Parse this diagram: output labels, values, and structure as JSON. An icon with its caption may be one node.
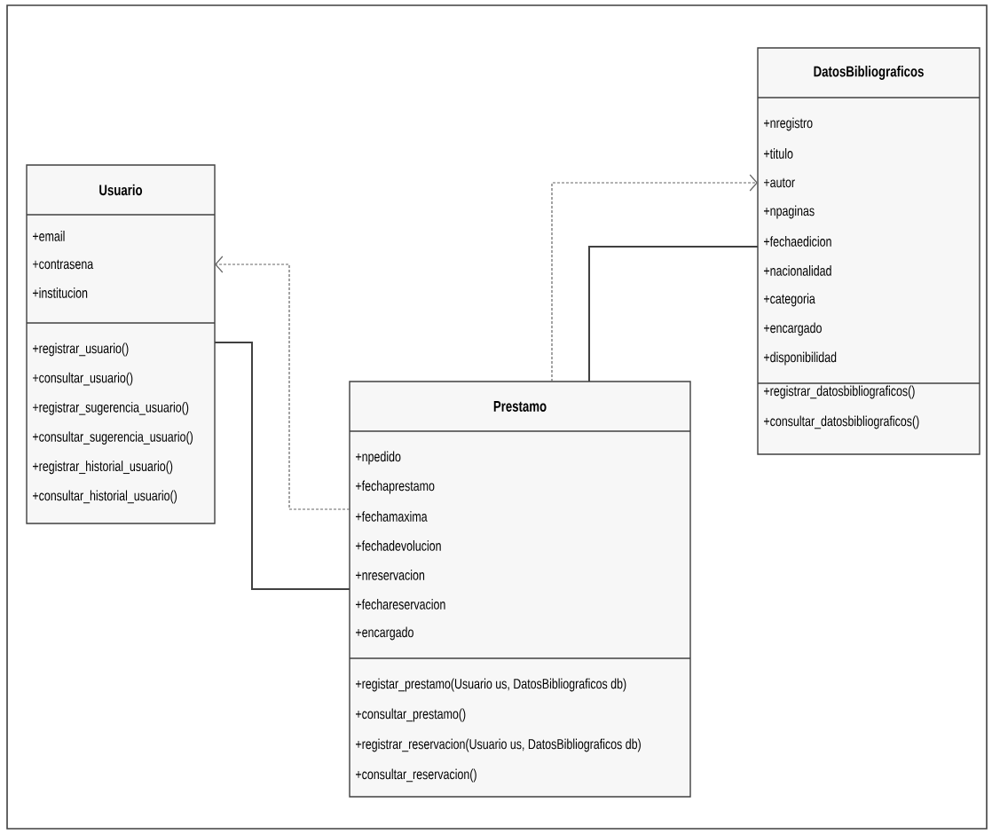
{
  "diagram": {
    "nodes": [
      {
        "text": [
          "DatosBibliograficos",
          "+nregistro",
          "+titulo",
          "+autor",
          "+npaginas",
          "+fechaedicion",
          "+nacionalidad",
          "+categoria",
          "+encargado",
          "+disponibilidad",
          "+registrar_datosbibliograficos()",
          "+consultar_datosbibliograficos()"
        ]
      },
      {
        "text": [
          "Usuario",
          "+email",
          "+contrasena",
          "+institucion",
          "+registrar_usuario()",
          "+consultar_usuario()",
          "+registrar_sugerencia_usuario()",
          "+consultar_sugerencia_usuario()",
          "+registrar_historial_usuario()",
          "+consultar_historial_usuario()"
        ]
      },
      {
        "text": [
          "Prestamo",
          "+npedido",
          "+fechaprestamo",
          "+fechamaxima",
          "+fechadevolucion",
          "+nreservacion",
          "+fechareservacion",
          "+encargado",
          "+registar_prestamo(Usuario us, DatosBibliograficos db)",
          "+consultar_prestamo()",
          "+registrar_reservacion(Usuario us, DatosBibliograficos db)",
          "+consultar_reservacion()"
        ]
      }
    ],
    "edges": [
      {
        "from": 2,
        "to": 1,
        "arrow": "to",
        "style": "dashed"
      },
      {
        "from": 2,
        "to": 0,
        "arrow": "to",
        "style": "dashed"
      },
      {
        "from": 1,
        "to": 2,
        "arrow": "none"
      },
      {
        "from": 2,
        "to": 0,
        "arrow": "none"
      }
    ]
  }
}
